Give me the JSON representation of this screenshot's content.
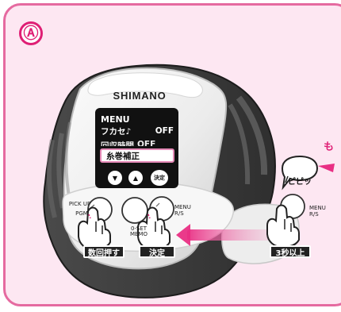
{
  "badge": {
    "label": "Ⓐ"
  },
  "device": {
    "brand": "SHIMANO",
    "screen": {
      "title": "MENU",
      "rows": [
        {
          "label": "フカセ♪",
          "value": "OFF"
        },
        {
          "label": "回収時間",
          "value": "OFF"
        }
      ],
      "highlighted": "糸巻補正",
      "keys": {
        "down": "▼",
        "up": "▲",
        "confirm": "決定"
      }
    },
    "buttons": {
      "pickup": "PICK UP",
      "pgm": "PGM",
      "set": "0-SET",
      "memo": "MEMO",
      "menu": "MENU",
      "rs": "R/S"
    },
    "tags": {
      "repeat": "数回押す",
      "confirm": "決定",
      "hold": "3秒以上"
    },
    "callout": {
      "beep": "ピピッ",
      "edge": "も"
    }
  },
  "colors": {
    "panel_fill": "#fde7f2",
    "panel_border": "#e56aa0",
    "accent": "#df1f75",
    "body": "#3b3b3b",
    "body_light": "#f4f4f4"
  },
  "icons": {
    "hand": "hand-icon",
    "arrow": "left-arrow-icon",
    "speech": "speech-bubble-icon"
  }
}
